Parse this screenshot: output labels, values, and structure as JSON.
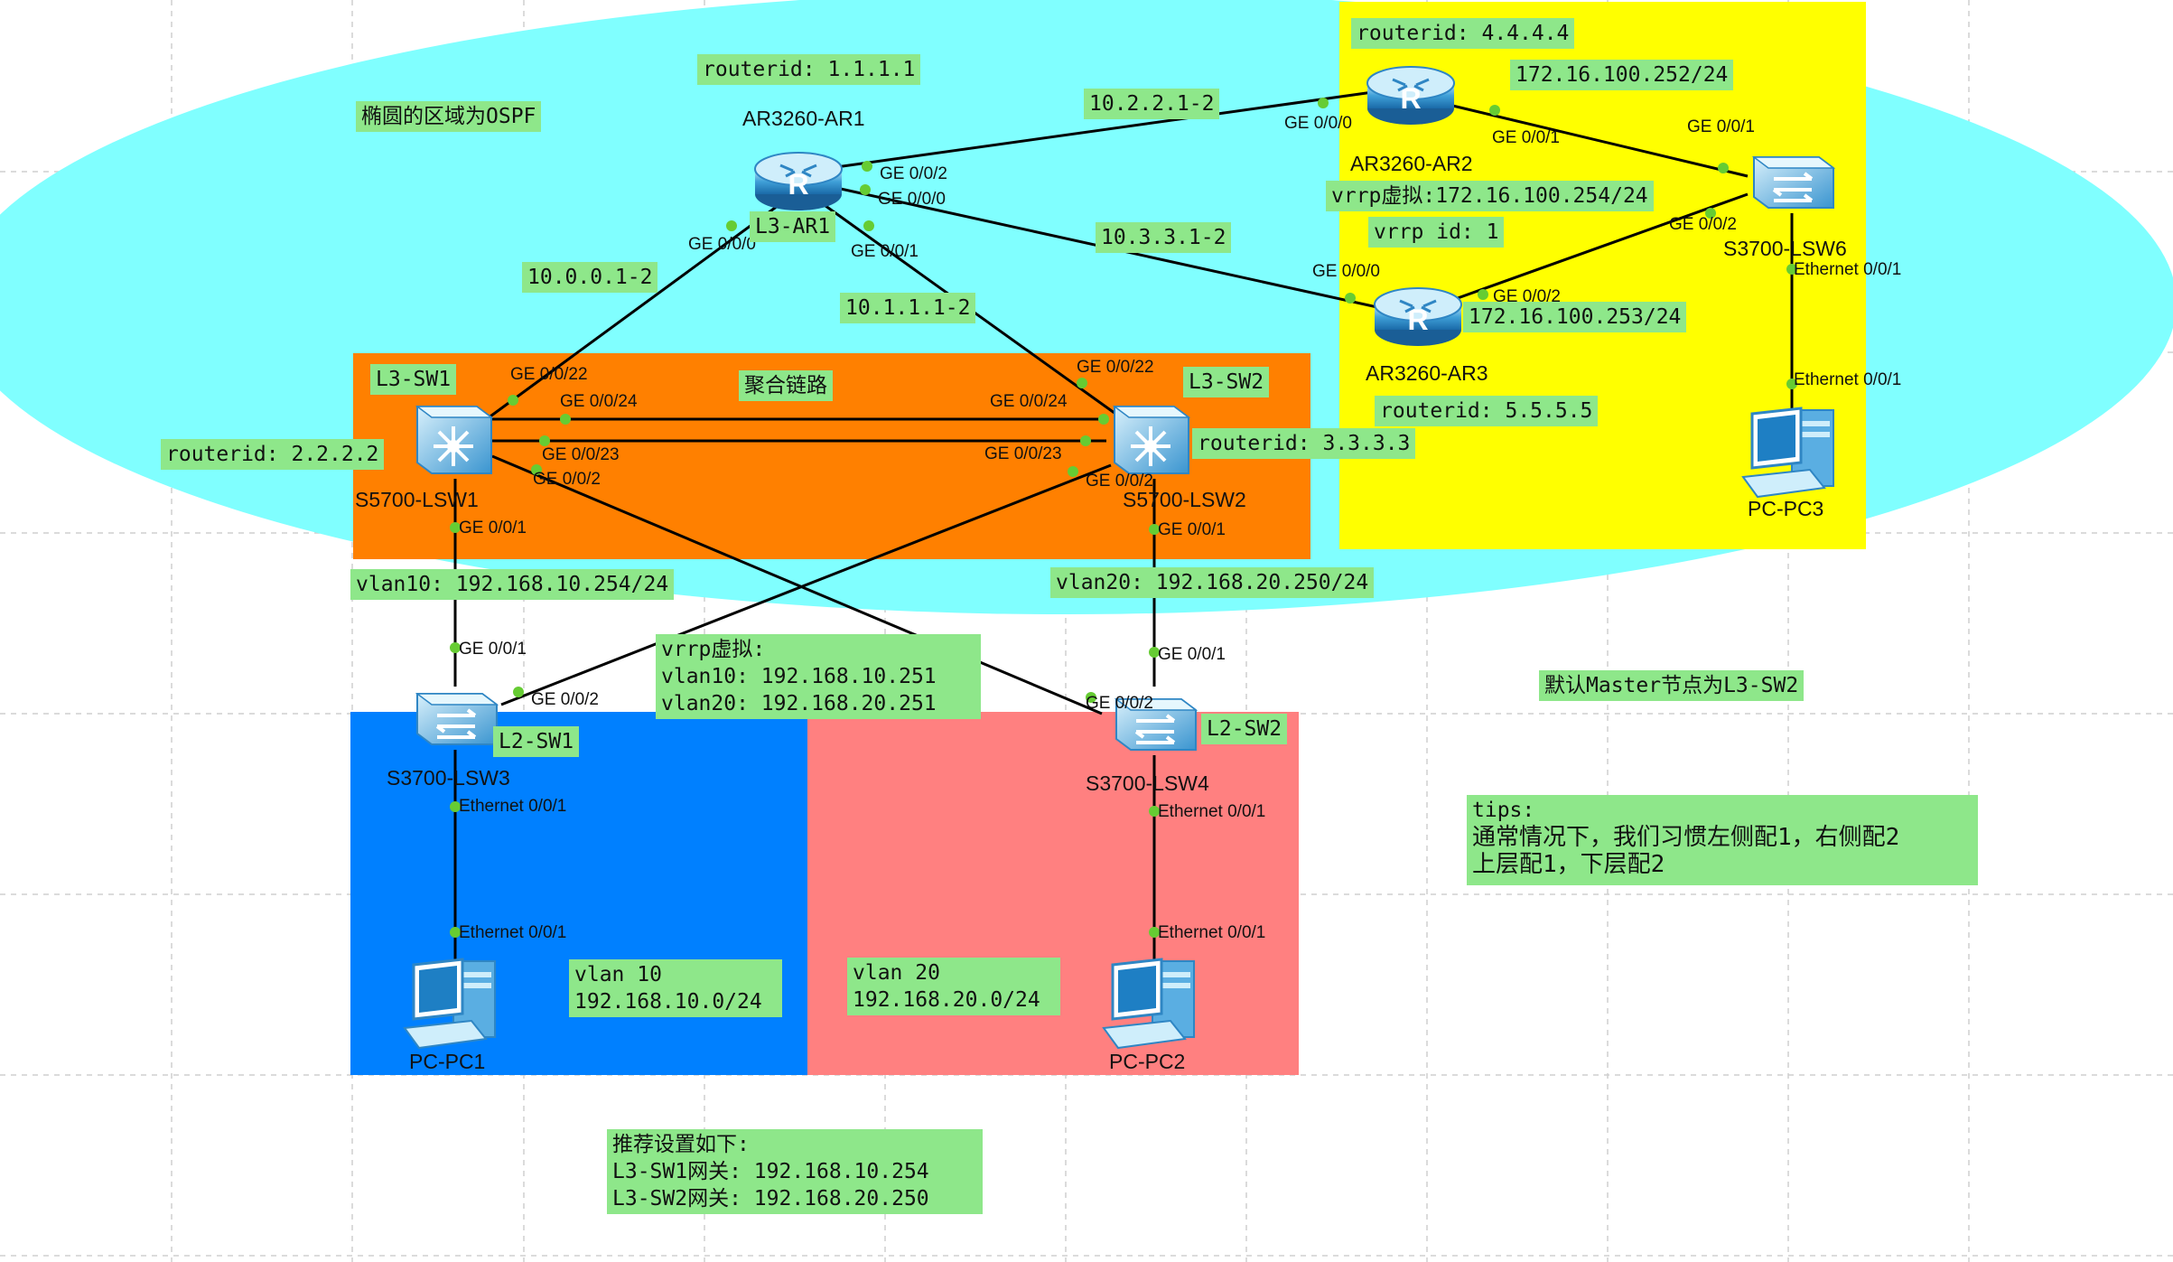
{
  "colors": {
    "ospf_area": "#80ffff",
    "l3_zone": "#ff8000",
    "right_zone": "#ffff00",
    "vlan10_zone": "#0080ff",
    "vlan20_zone": "#ff8080",
    "note_bg": "#8ee78a",
    "port_dot": "#66cc33",
    "link": "#000000"
  },
  "notes": {
    "ospf_area": "椭圆的区域为OSPF",
    "rid_ar1": "routerid: 1.1.1.1",
    "rid_ar2": "routerid: 4.4.4.4",
    "net_ar2": "172.16.100.252/24",
    "link_ar1_ar2": "10.2.2.1-2",
    "vrrp_virtual_ar": "vrrp虚拟:172.16.100.254/24",
    "vrrp_id": "vrrp id: 1",
    "link_ar1_ar3": "10.3.3.1-2",
    "net_ar3": "172.16.100.253/24",
    "rid_ar3": "routerid: 5.5.5.5",
    "link_ar1_sw1": "10.0.0.1-2",
    "link_ar1_sw2": "10.1.1.1-2",
    "tag_l3_ar1": "L3-AR1",
    "tag_l3_sw1": "L3-SW1",
    "tag_l3_sw2": "L3-SW2",
    "aggregation": "聚合链路",
    "rid_sw1": "routerid: 2.2.2.2",
    "rid_sw2": "routerid: 3.3.3.3",
    "vlan10_if": "vlan10: 192.168.10.254/24",
    "vlan20_if": "vlan20: 192.168.20.250/24",
    "vrrp_title": "vrrp虚拟:",
    "vrrp_vlan10": "vlan10: 192.168.10.251",
    "vrrp_vlan20": "vlan20: 192.168.20.251",
    "tag_l2_sw1": "L2-SW1",
    "tag_l2_sw2": "L2-SW2",
    "default_master": "默认Master节点为L3-SW2",
    "tips_title": "tips:",
    "tips_line1": "通常情况下，我们习惯左侧配1，右侧配2",
    "tips_line2": "上层配1，下层配2",
    "vlan10_name": "vlan 10",
    "vlan10_net": "192.168.10.0/24",
    "vlan20_name": "vlan 20",
    "vlan20_net": "192.168.20.0/24",
    "rec_title": "推荐设置如下:",
    "rec_sw1": "L3-SW1网关: 192.168.10.254",
    "rec_sw2": "L3-SW2网关: 192.168.20.250"
  },
  "devices": {
    "ar1": "AR3260-AR1",
    "ar2": "AR3260-AR2",
    "ar3": "AR3260-AR3",
    "lsw1": "S5700-LSW1",
    "lsw2": "S5700-LSW2",
    "lsw3": "S3700-LSW3",
    "lsw4": "S3700-LSW4",
    "lsw6": "S3700-LSW6",
    "pc1": "PC-PC1",
    "pc2": "PC-PC2",
    "pc3": "PC-PC3"
  },
  "ports": {
    "ar1_g002": "GE 0/0/2",
    "ar1_g000_top": "GE 0/0/0",
    "ar1_g000": "GE 0/0/0",
    "ar1_g001": "GE 0/0/1",
    "ar2_g000": "GE 0/0/0",
    "ar2_g001": "GE 0/0/1",
    "ar3_g000": "GE 0/0/0",
    "ar3_g002": "GE 0/0/2",
    "lsw6_g001": "GE 0/0/1",
    "lsw6_g002": "GE 0/0/2",
    "lsw6_e001": "Ethernet 0/0/1",
    "pc3_e001": "Ethernet 0/0/1",
    "sw1_g022": "GE 0/0/22",
    "sw1_g024": "GE 0/0/24",
    "sw1_g023": "GE 0/0/23",
    "sw1_g002": "GE 0/0/2",
    "sw1_g001": "GE 0/0/1",
    "sw2_g022": "GE 0/0/22",
    "sw2_g024": "GE 0/0/24",
    "sw2_g023": "GE 0/0/23",
    "sw2_g002": "GE 0/0/2",
    "sw2_g001": "GE 0/0/1",
    "lsw3_g001": "GE 0/0/1",
    "lsw3_g002": "GE 0/0/2",
    "lsw3_e001": "Ethernet 0/0/1",
    "pc1_e001": "Ethernet 0/0/1",
    "lsw4_g001": "GE 0/0/1",
    "lsw4_g002": "GE 0/0/2",
    "lsw4_e001": "Ethernet 0/0/1",
    "pc2_e001": "Ethernet 0/0/1"
  }
}
